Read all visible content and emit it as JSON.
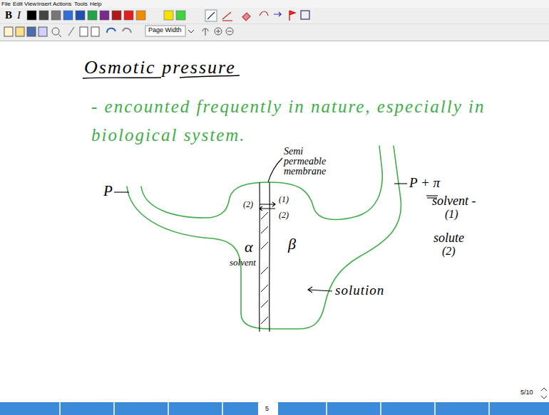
{
  "diagram": {
    "title": "Osmotic pressure",
    "labels": [
      "File",
      "Edit",
      "View",
      "Insert",
      "Actions",
      "Tools",
      "Help",
      "B",
      "I",
      "Page Width",
      "- encounted frequently in nature, especially in biological system.",
      "Semi permeable membrane",
      "P",
      "P + π",
      "(2)",
      "(1)",
      "(2)",
      "α",
      "β",
      "solvent",
      "solution",
      "solvent -",
      "(1)",
      "solute",
      "(2)",
      "5/10",
      "5"
    ]
  }
}
